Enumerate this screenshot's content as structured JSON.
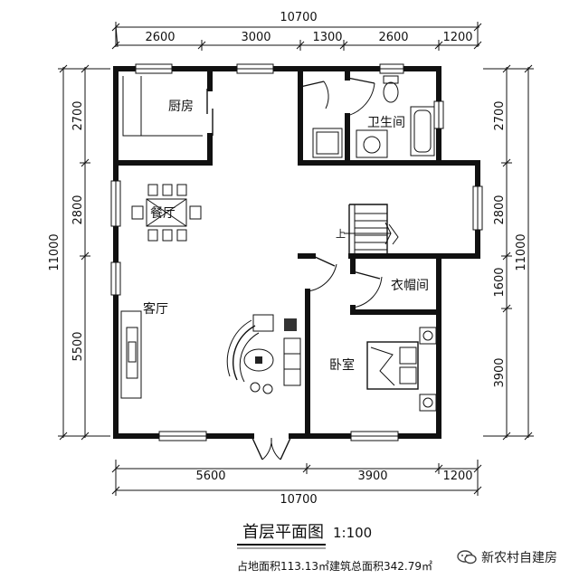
{
  "rooms": {
    "kitchen": "厨房",
    "bathroom": "卫生间",
    "dining": "餐厅",
    "living": "客厅",
    "cloakroom": "衣帽间",
    "bedroom": "卧室"
  },
  "stair_label": "上",
  "dimensions": {
    "top_total": "10700",
    "top_segments": [
      "2600",
      "3000",
      "1300",
      "2600",
      "1200"
    ],
    "bottom_segments": [
      "5600",
      "3900",
      "1200"
    ],
    "bottom_total": "10700",
    "left_total": "11000",
    "left_segments": [
      "2700",
      "2800",
      "5500"
    ],
    "right_total": "11000",
    "right_segments": [
      "2700",
      "2800",
      "1600",
      "3900"
    ]
  },
  "title": "首层平面图",
  "scale": "1:100",
  "area_note": "占地面积113.13㎡建筑总面积342.79㎡",
  "watermark": "新农村自建房"
}
